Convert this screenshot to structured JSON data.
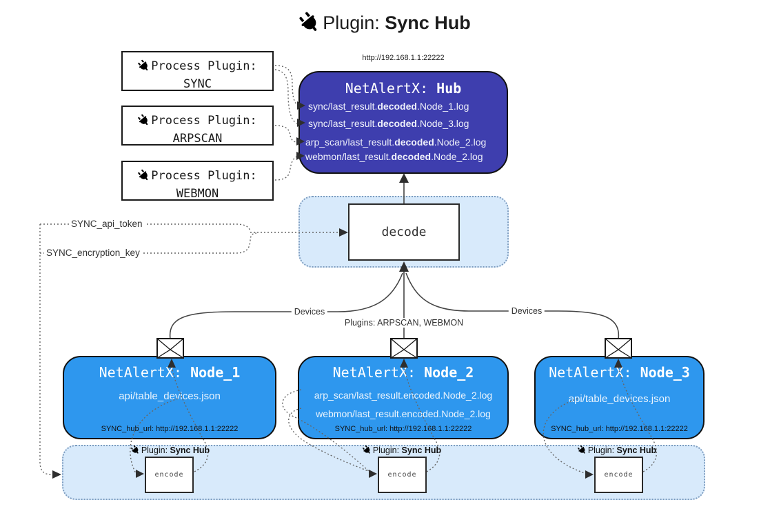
{
  "title": {
    "pre": "Plugin: ",
    "bold": "Sync Hub"
  },
  "process_plugins": [
    {
      "label": "Process Plugin:",
      "name": "SYNC"
    },
    {
      "label": "Process Plugin:",
      "name": "ARPSCAN"
    },
    {
      "label": "Process Plugin:",
      "name": "WEBMON"
    }
  ],
  "hub": {
    "url": "http://192.168.1.1:22222",
    "title_pre": "NetAlertX: ",
    "title_bold": "Hub",
    "lines": [
      {
        "pre": "sync/last_result.",
        "bold": "decoded",
        "post": ".Node_1.log"
      },
      {
        "pre": "sync/last_result.",
        "bold": "decoded",
        "post": ".Node_3.log"
      },
      {
        "pre": "arp_scan/last_result.",
        "bold": "decoded",
        "post": ".Node_2.log"
      },
      {
        "pre": "webmon/last_result.",
        "bold": "decoded",
        "post": ".Node_2.log"
      }
    ]
  },
  "decode": {
    "label": "decode"
  },
  "config": {
    "api_token": "SYNC_api_token",
    "encryption_key": "SYNC_encryption_key"
  },
  "edges": {
    "devices_left": "Devices",
    "plugins_center": "Plugins: ARPSCAN, WEBMON",
    "devices_right": "Devices"
  },
  "nodes": [
    {
      "title_pre": "NetAlertX: ",
      "title_bold": "Node_1",
      "lines": [
        "api/table_devices.json"
      ],
      "hub_url": "SYNC_hub_url: http://192.168.1.1:22222"
    },
    {
      "title_pre": "NetAlertX: ",
      "title_bold": "Node_2",
      "lines": [
        "arp_scan/last_result.encoded.Node_2.log",
        "webmon/last_result.encoded.Node_2.log"
      ],
      "hub_url": "SYNC_hub_url: http://192.168.1.1:22222"
    },
    {
      "title_pre": "NetAlertX: ",
      "title_bold": "Node_3",
      "lines": [
        "api/table_devices.json"
      ],
      "hub_url": "SYNC_hub_url: http://192.168.1.1:22222"
    }
  ],
  "panel": {
    "groups": [
      {
        "label_pre": "Plugin: ",
        "label_bold": "Sync Hub",
        "encode": "encode"
      },
      {
        "label_pre": "Plugin: ",
        "label_bold": "Sync Hub",
        "encode": "encode"
      },
      {
        "label_pre": "Plugin: ",
        "label_bold": "Sync Hub",
        "encode": "encode"
      }
    ]
  },
  "colors": {
    "hub_bg": "#3e3eae",
    "node_bg": "#2e97ee",
    "panel_bg": "#d8eafb",
    "panel_border": "#7d9cbf",
    "box_border": "#1a1a1a",
    "edge_line": "#444444",
    "dotted_line": "#666666"
  }
}
